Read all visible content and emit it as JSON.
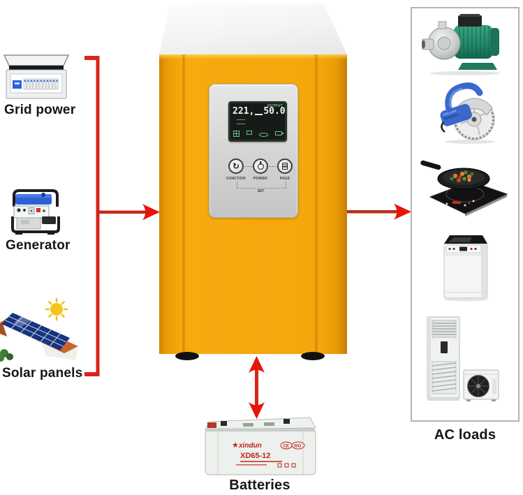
{
  "sources": [
    {
      "label": "Grid power",
      "image": "distribution-board"
    },
    {
      "label": "Generator",
      "image": "portable-generator"
    },
    {
      "label": "Solar panels",
      "image": "rooftop-solar-panels"
    }
  ],
  "inverter": {
    "display": {
      "voltage": "221,",
      "frequency": "50.0",
      "output_label": "OUTPUT"
    },
    "buttons": [
      {
        "label": "FUNCTION"
      },
      {
        "label": "POWER"
      },
      {
        "label": "PAGE"
      }
    ],
    "set_label": "SET"
  },
  "ac_loads": {
    "label": "AC loads",
    "appliances": [
      "water-pump",
      "tile-cutter",
      "induction-cooker-with-wok",
      "washing-machine",
      "air-conditioner-indoor-outdoor"
    ]
  },
  "battery": {
    "label": "Batteries",
    "brand": "xindun",
    "model": "XD65-12",
    "cert_ce": "CE",
    "cert_iso": "ISO"
  },
  "colors": {
    "inverter_yellow": "#F4A70C",
    "arrow_red": "#D8251A",
    "arrowhead_red": "#E61508",
    "lcd_background": "#171B18",
    "lcd_digits": "#EDF7EF",
    "lcd_green": "#6FBE93",
    "pump_green": "#2B8F6E",
    "cutter_blue": "#3A68CC",
    "battery_gray": "#E9EDE9"
  }
}
